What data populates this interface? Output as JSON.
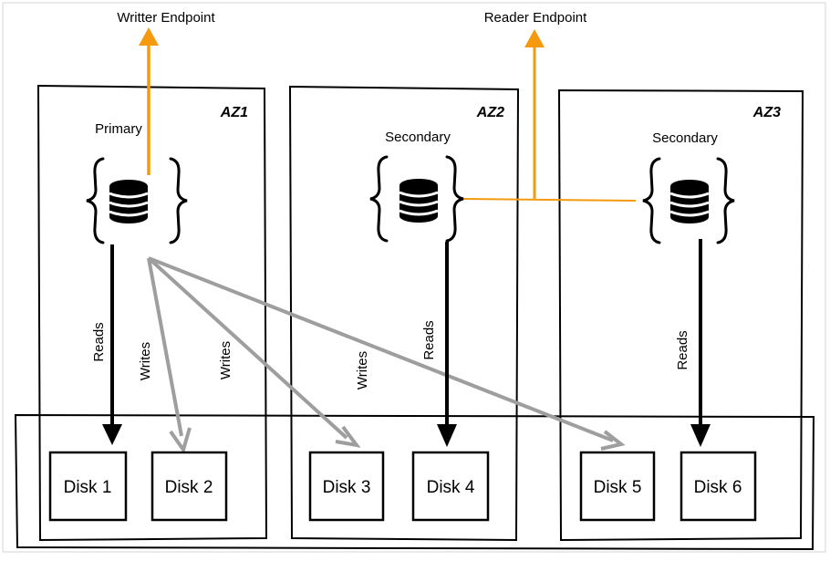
{
  "endpoints": {
    "writer": "Writter Endpoint",
    "reader": "Reader Endpoint"
  },
  "zones": [
    {
      "name": "AZ1",
      "role": "Primary"
    },
    {
      "name": "AZ2",
      "role": "Secondary"
    },
    {
      "name": "AZ3",
      "role": "Secondary"
    }
  ],
  "edges": {
    "reads": "Reads",
    "writes": "Writes"
  },
  "disks": [
    "Disk 1",
    "Disk 2",
    "Disk 3",
    "Disk 4",
    "Disk 5",
    "Disk 6"
  ],
  "colors": {
    "endpoint_line": "#f59a0e",
    "write_arrow": "#9e9e9e",
    "read_arrow": "#000000"
  },
  "icons": [
    "database-icon",
    "curly-brace-icon",
    "arrow-icon"
  ]
}
